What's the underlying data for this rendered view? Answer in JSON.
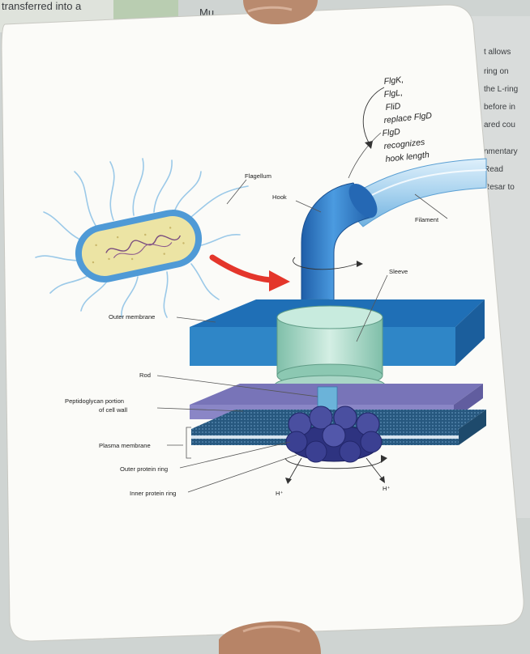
{
  "background_page": {
    "text_top": [
      "transferred into a",
      "Mu"
    ],
    "text_right": [
      "t allows",
      "ring on",
      "the L-ring",
      "before in",
      "ared cou",
      "nmentary",
      "Read",
      "Resar to"
    ]
  },
  "figure": {
    "labels": {
      "flagellum": "Flagellum",
      "hook": "Hook",
      "filament": "Filament",
      "sleeve": "Sleeve",
      "outer_membrane": "Outer membrane",
      "rod": "Rod",
      "peptidoglycan_1": "Peptidoglycan portion",
      "peptidoglycan_2": "of cell wall",
      "plasma_membrane": "Plasma membrane",
      "outer_protein_ring": "Outer protein ring",
      "inner_protein_ring": "Inner protein ring",
      "proton_left": "H⁺",
      "proton_right": "H⁺"
    },
    "handwritten": [
      "FlgK,",
      "FlgL,",
      "FliD",
      "replace FlgD",
      "FlgD",
      "recognizes",
      "hook length"
    ]
  },
  "colors": {
    "paper": "#fbfbf8",
    "membrane_blue": "#2f86c7",
    "hook_blue": "#2a74bd",
    "filament_light": "#b7daf1",
    "sleeve_teal": "#a9d6c6",
    "peptidoglycan_purple": "#8a86c6",
    "ring_navy": "#3a3f8f",
    "arrow_red": "#e4362b"
  }
}
